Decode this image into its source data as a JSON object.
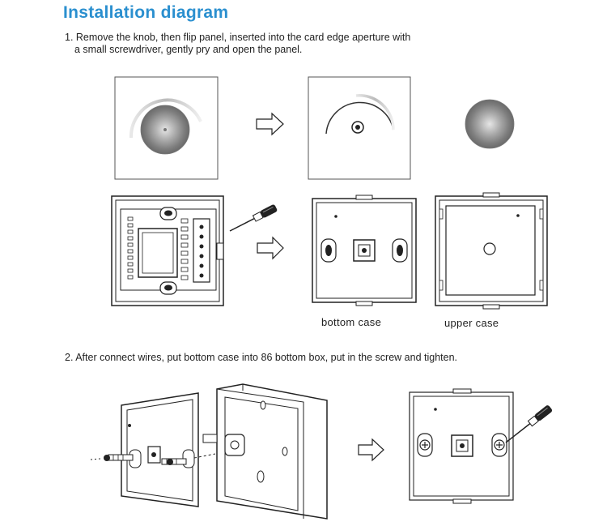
{
  "heading": "Installation diagram",
  "step1": {
    "line1": "1. Remove the knob, then flip panel, inserted into the card edge aperture with",
    "line2": "a small screwdriver, gently pry and open the panel."
  },
  "step2": {
    "text": "2. After connect wires, put bottom case into 86 bottom box, put in the screw and tighten."
  },
  "captions": {
    "bottom_case": "bottom case",
    "upper_case": "upper case"
  },
  "colors": {
    "heading": "#2a8fcf",
    "line": "#222222",
    "knob": "#9a9a9a",
    "arc": "#cfcfcf"
  },
  "icons": [
    "right-arrow-icon",
    "screwdriver-icon",
    "screw-icon",
    "knob-icon"
  ]
}
